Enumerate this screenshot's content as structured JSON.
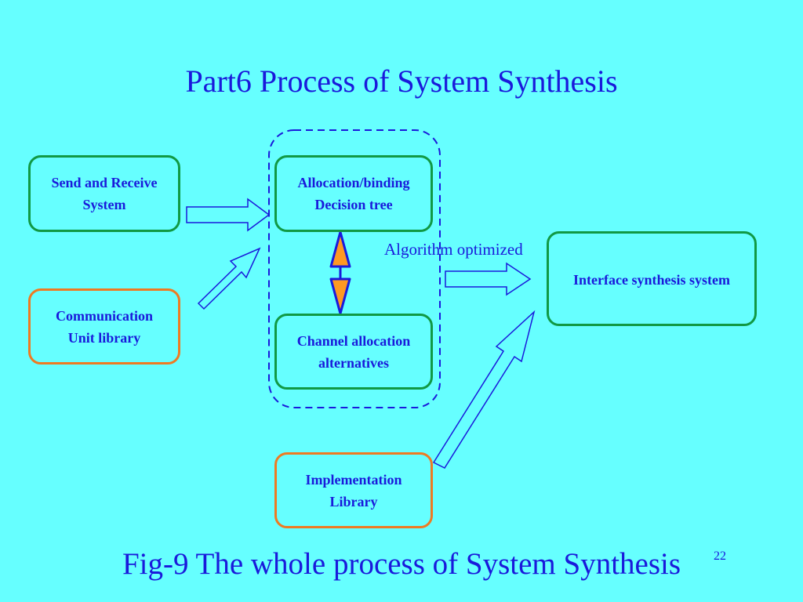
{
  "slide": {
    "title": "Part6 Process of System Synthesis",
    "caption": "Fig-9 The whole process of System Synthesis",
    "page_number": "22",
    "background": "#66ffff",
    "text_color": "#1a1adb"
  },
  "nodes": {
    "send_receive": {
      "line1": "Send and Receive",
      "line2": "System"
    },
    "comm_unit": {
      "line1": "Communication",
      "line2": "Unit library"
    },
    "allocation": {
      "line1": "Allocation/binding",
      "line2": "Decision tree"
    },
    "channel": {
      "line1": "Channel allocation",
      "line2": "alternatives"
    },
    "implementation": {
      "line1": "Implementation",
      "line2": "Library"
    },
    "interface": {
      "label": "Interface synthesis system"
    }
  },
  "edges": {
    "algorithm_label": "Algorithm optimized"
  },
  "colors": {
    "green_border": "#119944",
    "orange_border": "#ee7a22",
    "dashed_group": "#1a1adb",
    "double_arrow_fill": "#ff9922"
  }
}
